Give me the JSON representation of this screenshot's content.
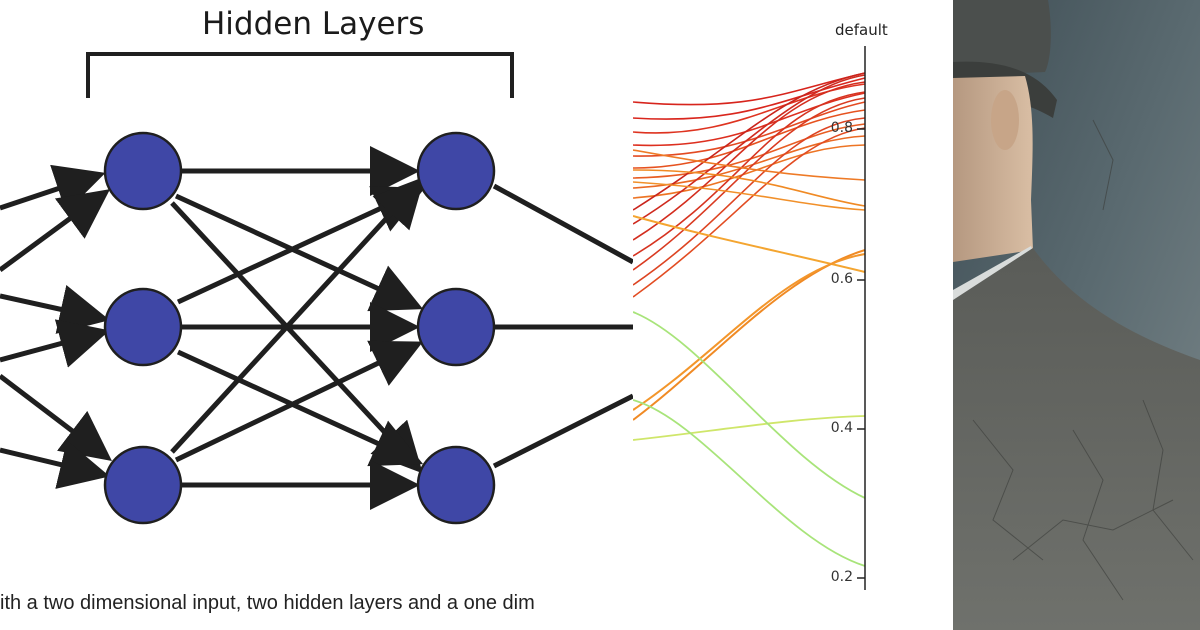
{
  "neural_network": {
    "title": "Hidden Layers",
    "caption": "ith a two dimensional input, two hidden layers and a one dim",
    "node_color": "#3f47a6",
    "edge_color": "#1f1f1f"
  },
  "parallel_coordinates": {
    "axis_name": "default",
    "ticks": [
      "0.8",
      "0.6",
      "0.4",
      "0.2"
    ]
  },
  "photo": {
    "description_icon": "person-portrait-image"
  },
  "colors": {
    "red": "#d7241c",
    "orange": "#f08a24",
    "yellow_green": "#cfe66a",
    "light_green": "#a8e47a"
  }
}
